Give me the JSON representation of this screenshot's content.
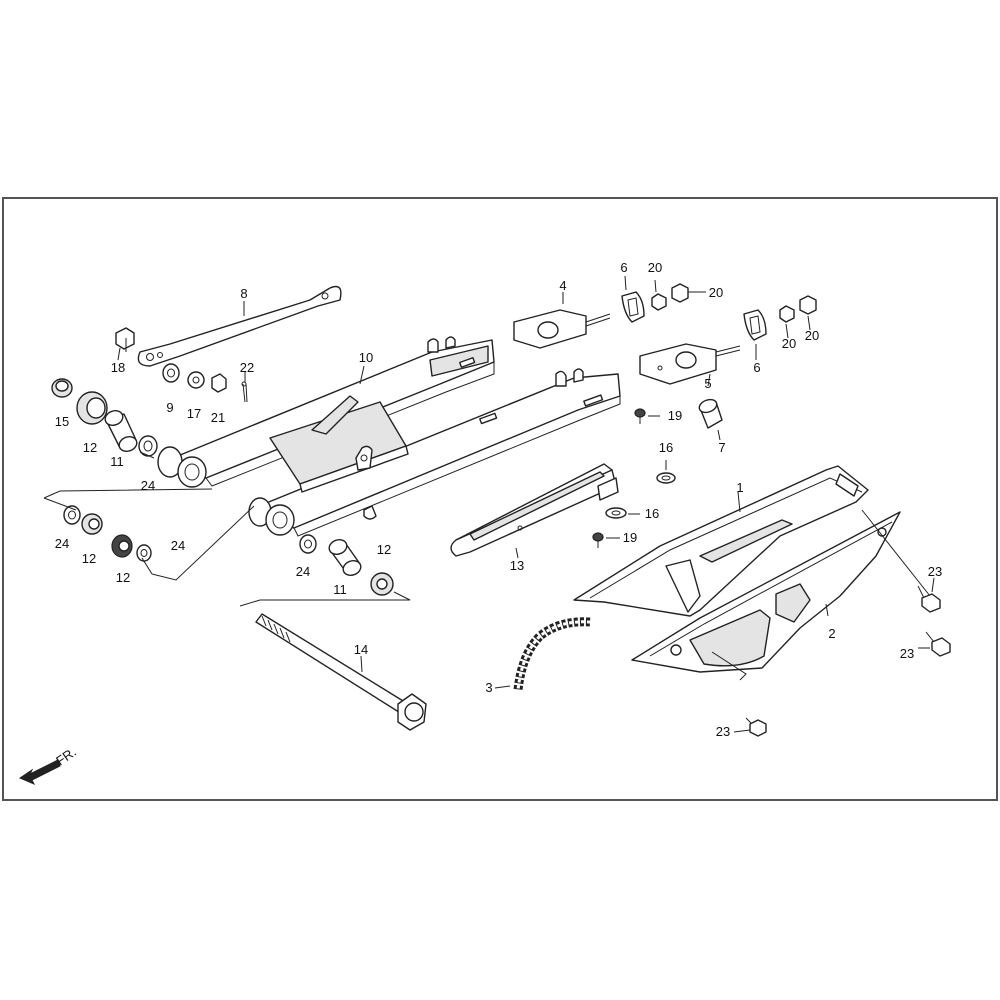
{
  "diagram": {
    "orientation_label": "FR.",
    "arrow_icon": "arrow-front-icon",
    "colors": {
      "line": "#222222",
      "fill": "#ffffff",
      "shade": "#e4e4e4",
      "frame": "#555555"
    },
    "callouts": {
      "c1": "1",
      "c2": "2",
      "c3": "3",
      "c4": "4",
      "c5": "5",
      "c6a": "6",
      "c6b": "6",
      "c7": "7",
      "c8": "8",
      "c9": "9",
      "c10": "10",
      "c11a": "11",
      "c11b": "11",
      "c12a": "12",
      "c12b": "12",
      "c12c": "12",
      "c12d": "12",
      "c13": "13",
      "c14": "14",
      "c15": "15",
      "c16a": "16",
      "c16b": "16",
      "c17": "17",
      "c18": "18",
      "c19a": "19",
      "c19b": "19",
      "c20a": "20",
      "c20b": "20",
      "c20c": "20",
      "c20d": "20",
      "c21": "21",
      "c22": "22",
      "c23a": "23",
      "c23b": "23",
      "c23c": "23",
      "c24a": "24",
      "c24b": "24",
      "c24c": "24",
      "c24d": "24"
    }
  }
}
